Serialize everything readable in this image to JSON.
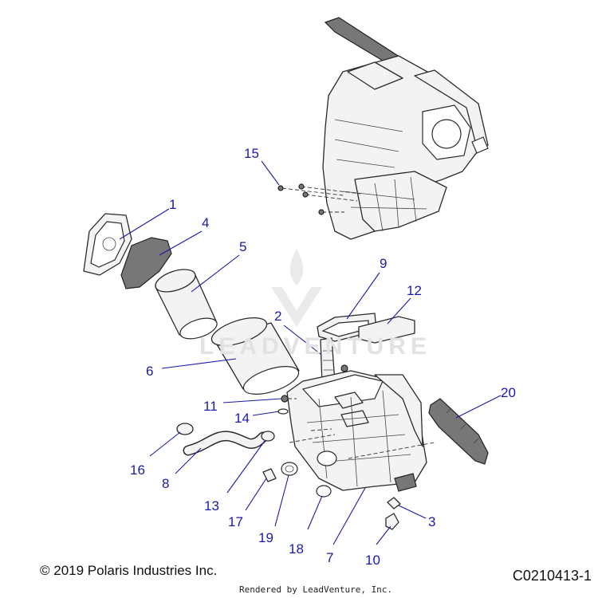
{
  "watermark": {
    "text": "LEADVENTURE"
  },
  "footer": {
    "copyright": "© 2019 Polaris Industries Inc.",
    "rendered_by": "Rendered by LeadVenture, Inc.",
    "diagram_code": "C0210413-1"
  },
  "callouts": [
    "1",
    "2",
    "3",
    "4",
    "5",
    "6",
    "7",
    "8",
    "9",
    "10",
    "11",
    "12",
    "13",
    "14",
    "15",
    "16",
    "17",
    "18",
    "19",
    "20"
  ]
}
